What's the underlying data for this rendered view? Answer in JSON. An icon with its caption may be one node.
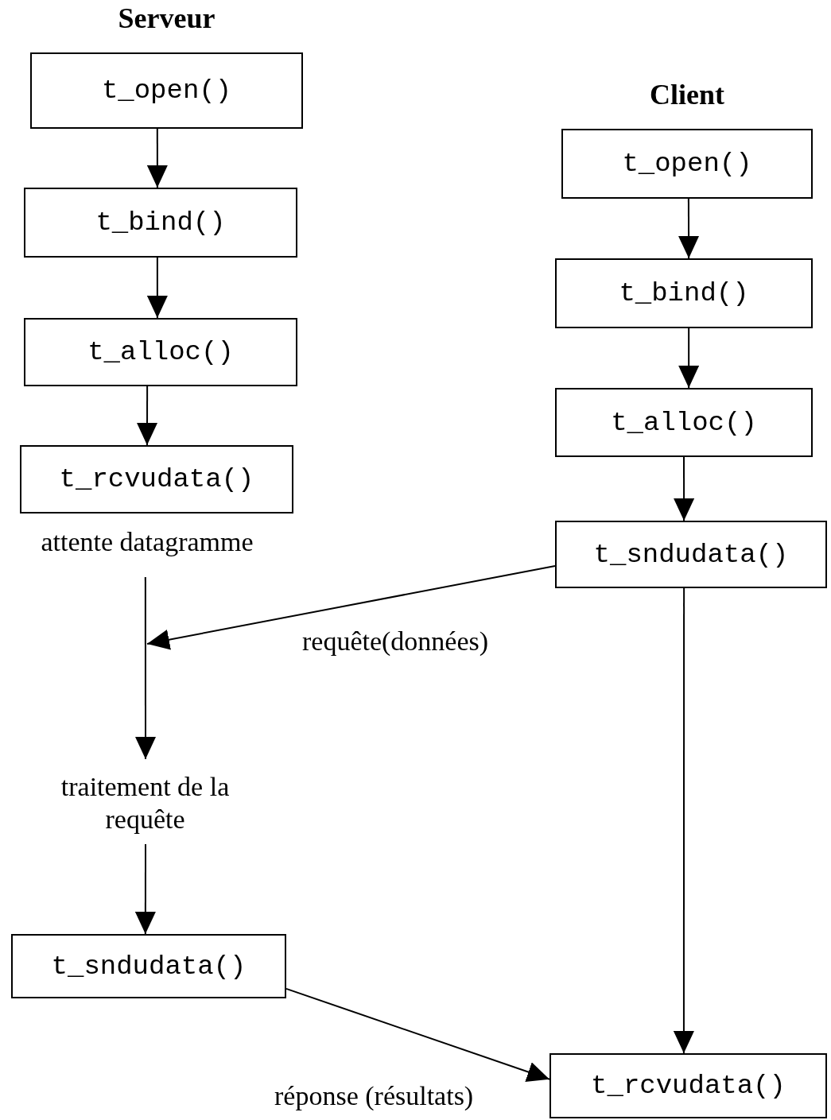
{
  "diagram": {
    "nodes": [
      {
        "text": [
          "t_open()"
        ],
        "beside": [
          "Serveur"
        ]
      },
      {
        "text": [
          "t_bind()"
        ]
      },
      {
        "text": [
          "t_alloc()"
        ]
      },
      {
        "text": [
          "t_rcvudata()"
        ]
      },
      {
        "text": [
          "attente datagramme"
        ]
      },
      {
        "text": [
          "traitement de la requête"
        ]
      },
      {
        "text": [
          "t_sndudata()"
        ]
      },
      {
        "text": [
          "t_open()"
        ],
        "beside": [
          "Client"
        ]
      },
      {
        "text": [
          "t_bind()"
        ]
      },
      {
        "text": [
          "t_alloc()"
        ]
      },
      {
        "text": [
          "t_sndudata()"
        ]
      },
      {
        "text": [
          "t_rcvudata()"
        ]
      }
    ],
    "edges": [
      {
        "from": 0,
        "to": 1,
        "arrow": "to"
      },
      {
        "from": 1,
        "to": 2,
        "arrow": "to"
      },
      {
        "from": 2,
        "to": 3,
        "arrow": "to"
      },
      {
        "from": 4,
        "to": 5,
        "arrow": "to"
      },
      {
        "from": 5,
        "to": 6,
        "arrow": "to"
      },
      {
        "from": 7,
        "to": 8,
        "arrow": "to"
      },
      {
        "from": 8,
        "to": 9,
        "arrow": "to"
      },
      {
        "from": 9,
        "to": 10,
        "arrow": "to"
      },
      {
        "from": 10,
        "to": null,
        "arrow": "to",
        "label": "requête(données)"
      },
      {
        "from": 10,
        "to": 11,
        "arrow": "to"
      },
      {
        "from": 6,
        "to": 11,
        "arrow": "to",
        "label": "réponse (résultats)"
      }
    ]
  }
}
